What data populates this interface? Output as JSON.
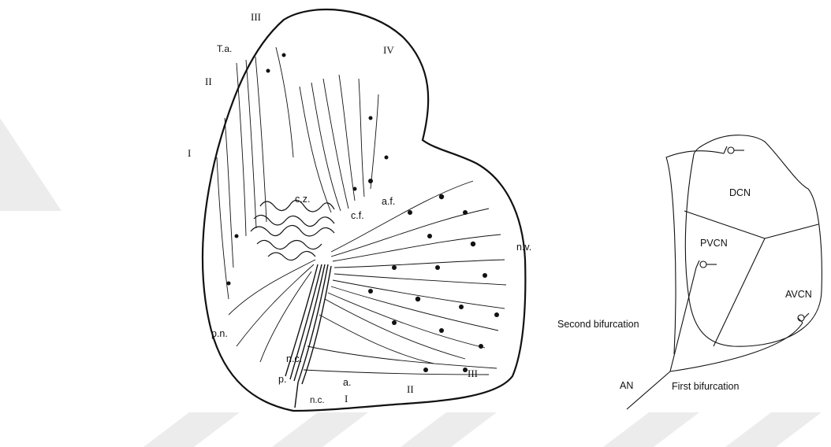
{
  "watermark_color": "#ececec",
  "left_figure": {
    "region_labels": {
      "top_III": "III",
      "Ta": "T.a.",
      "IV": "IV",
      "left_II": "II",
      "left_I": "I",
      "cz": "c.z.",
      "af": "a.f.",
      "cf": "c.f.",
      "nv": "n.v.",
      "pn": "p.n.",
      "nc_upper": "n.c.",
      "p": "p.",
      "a": "a.",
      "nc_lower": "n.c.",
      "bottom_I": "I",
      "bottom_II": "II",
      "bottom_III": "III"
    }
  },
  "right_figure": {
    "labels": {
      "dcn": "DCN",
      "pvcn": "PVCN",
      "avcn": "AVCN",
      "second_bifurcation": "Second bifurcation",
      "an": "AN",
      "first_bifurcation": "First bifurcation"
    }
  }
}
